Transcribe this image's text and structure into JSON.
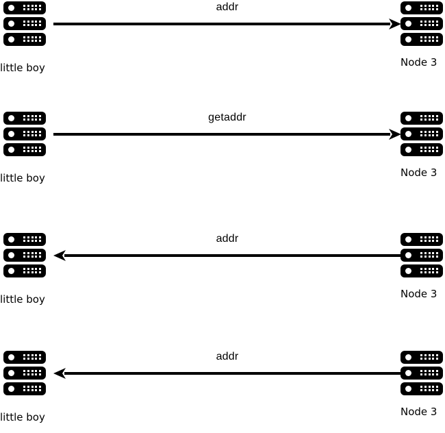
{
  "diagram": {
    "type": "sequence-diagram",
    "title": "",
    "background_color": "#ffffff",
    "line_color": "#000000",
    "participants": {
      "left": {
        "label": "little boy",
        "icon": "server-rack-icon"
      },
      "right": {
        "label": "Node 3",
        "icon": "server-rack-icon"
      }
    },
    "exchanges": [
      {
        "index": 1,
        "message": "addr",
        "direction": "right",
        "from": "little boy",
        "to": "Node 3",
        "left_label": "little boy",
        "right_label": "Node 3"
      },
      {
        "index": 2,
        "message": "getaddr",
        "direction": "right",
        "from": "little boy",
        "to": "Node 3",
        "left_label": "little boy",
        "right_label": "Node 3"
      },
      {
        "index": 3,
        "message": "addr",
        "direction": "left",
        "from": "Node 3",
        "to": "little boy",
        "left_label": "little boy",
        "right_label": "Node 3"
      },
      {
        "index": 4,
        "message": "addr",
        "direction": "left",
        "from": "Node 3",
        "to": "little boy",
        "left_label": "little boy",
        "right_label": "Node 3"
      }
    ]
  }
}
